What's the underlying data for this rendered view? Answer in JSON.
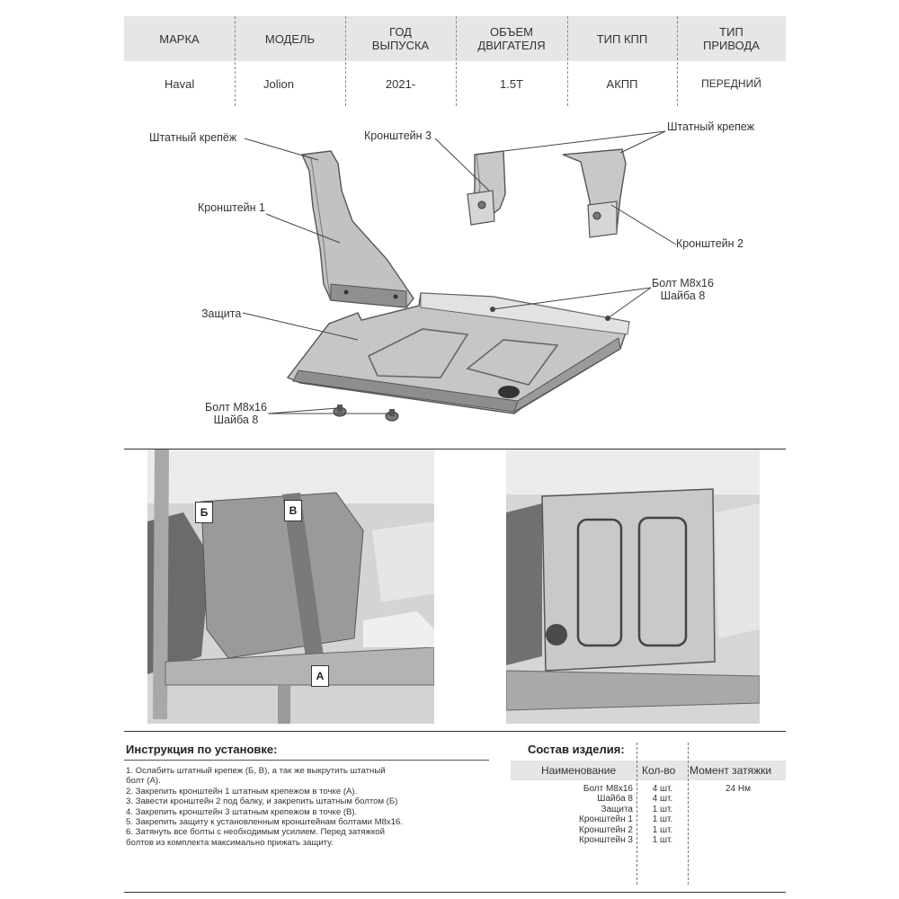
{
  "spec": {
    "headers": [
      "МАРКА",
      "МОДЕЛЬ",
      "ГОД\nВЫПУСКА",
      "ОБЪЕМ\nДВИГАТЕЛЯ",
      "ТИП КПП",
      "ТИП\nПРИВОДА"
    ],
    "values": [
      "Haval",
      "Jolion",
      "2021-",
      "1.5T",
      "АКПП",
      "ПЕРЕДНИЙ"
    ]
  },
  "diagram": {
    "callouts": {
      "std_fastener_left": "Штатный крепёж",
      "bracket_3": "Кронштейн 3",
      "std_fastener_right": "Штатный крепеж",
      "bracket_1": "Кронштейн 1",
      "bracket_2": "Кронштейн 2",
      "bolt_top": "Болт М8х16\nШайба 8",
      "guard": "Защита",
      "bolt_bottom": "Болт М8х16\nШайба 8"
    }
  },
  "photos": {
    "markers": [
      "Б",
      "В",
      "А"
    ]
  },
  "instructions": {
    "title": "Инструкция по установке:",
    "steps": [
      "1. Ослабить штатный крепеж (Б, В), а так же выкрутить штатный",
      "болт (А).",
      "2. Закрепить кронштейн 1 штатным крепежом в точке (А).",
      "3. Завести кронштейн 2 под балку, и закрепить штатным болтом (Б)",
      "4. Закрепить кронштейн 3 штатным крепежом в точке (В).",
      "5. Закрепить защиту к установленным кронштейнам болтами М8х16.",
      "6. Затянуть все болты с необходимым усилием. Перед затяжкой",
      "болтов из комплекта максимально прижать защиту."
    ]
  },
  "composition": {
    "title": "Состав изделия:",
    "headers": [
      "Наименование",
      "Кол-во",
      "Момент затяжки"
    ],
    "names": [
      "Болт М8х16",
      "Шайба 8",
      "Защита",
      "Кронштейн 1",
      "Кронштейн 2",
      "Кронштейн 3"
    ],
    "qty": [
      "4 шт.",
      "4 шт.",
      "1 шт.",
      "1 шт.",
      "1 шт.",
      "1 шт."
    ],
    "torque": [
      "24 Нм",
      "",
      "",
      "",
      "",
      ""
    ]
  },
  "colors": {
    "header_bg": "#e6e6e6",
    "metal": "#bdbdbd",
    "metal_dark": "#8a8a8a"
  }
}
